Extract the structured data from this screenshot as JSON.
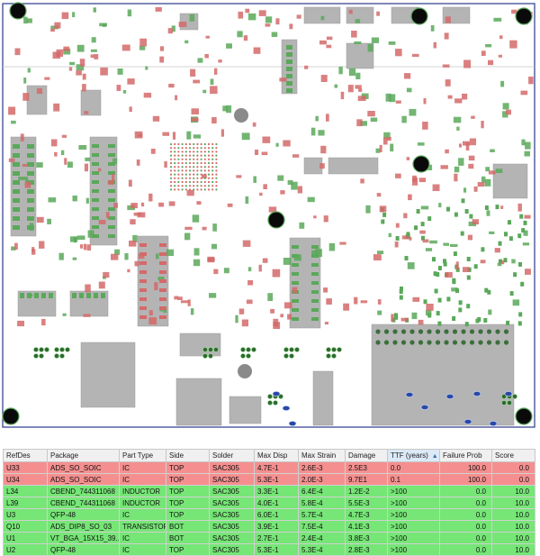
{
  "colors": {
    "fail_row": "#f58f8f",
    "pass_row": "#76e676",
    "board_outline": "#2a3a8a",
    "pad_green": "#5aa85a",
    "component_gray": "#b4b4b4",
    "pad_red": "#d46a6a"
  },
  "board": {
    "outline_icon": "pcb-board-outline",
    "mounting_hole_icon": "black-mounting-hole"
  },
  "table": {
    "columns": [
      "RefDes",
      "Package",
      "Part Type",
      "Side",
      "Solder",
      "Max Disp",
      "Max Strain",
      "Damage",
      "TTF (years)",
      "Failure Prob",
      "Score"
    ],
    "sorted_column": "TTF (years)",
    "sort_direction": "ascending",
    "rows": [
      {
        "status": "fail",
        "cells": [
          "U33",
          "ADS_SO_SOIC",
          "IC",
          "TOP",
          "SAC305",
          "4.7E-1",
          "2.6E-3",
          "2.5E3",
          "0.0",
          "100.0",
          "0.0"
        ]
      },
      {
        "status": "fail",
        "cells": [
          "U34",
          "ADS_SO_SOIC",
          "IC",
          "TOP",
          "SAC305",
          "5.3E-1",
          "2.0E-3",
          "9.7E1",
          "0.1",
          "100.0",
          "0.0"
        ]
      },
      {
        "status": "pass",
        "cells": [
          "L34",
          "CBEND_744311068",
          "INDUCTOR",
          "TOP",
          "SAC305",
          "3.3E-1",
          "6.4E-4",
          "1.2E-2",
          ">100",
          "0.0",
          "10.0"
        ]
      },
      {
        "status": "pass",
        "cells": [
          "L39",
          "CBEND_744311068",
          "INDUCTOR",
          "TOP",
          "SAC305",
          "4.0E-1",
          "5.8E-4",
          "5.5E-3",
          ">100",
          "0.0",
          "10.0"
        ]
      },
      {
        "status": "pass",
        "cells": [
          "U3",
          "QFP-48",
          "IC",
          "TOP",
          "SAC305",
          "6.0E-1",
          "5.7E-4",
          "4.7E-3",
          ">100",
          "0.0",
          "10.0"
        ]
      },
      {
        "status": "pass",
        "cells": [
          "Q10",
          "ADS_DIP8_SO_03",
          "TRANSISTOR",
          "BOT",
          "SAC305",
          "3.9E-1",
          "7.5E-4",
          "4.1E-3",
          ">100",
          "0.0",
          "10.0"
        ]
      },
      {
        "status": "pass",
        "cells": [
          "U1",
          "VT_BGA_15X15_39...",
          "IC",
          "BOT",
          "SAC305",
          "2.7E-1",
          "2.4E-4",
          "3.8E-3",
          ">100",
          "0.0",
          "10.0"
        ]
      },
      {
        "status": "pass",
        "cells": [
          "U2",
          "QFP-48",
          "IC",
          "TOP",
          "SAC305",
          "5.3E-1",
          "5.3E-4",
          "2.8E-3",
          ">100",
          "0.0",
          "10.0"
        ]
      }
    ]
  }
}
